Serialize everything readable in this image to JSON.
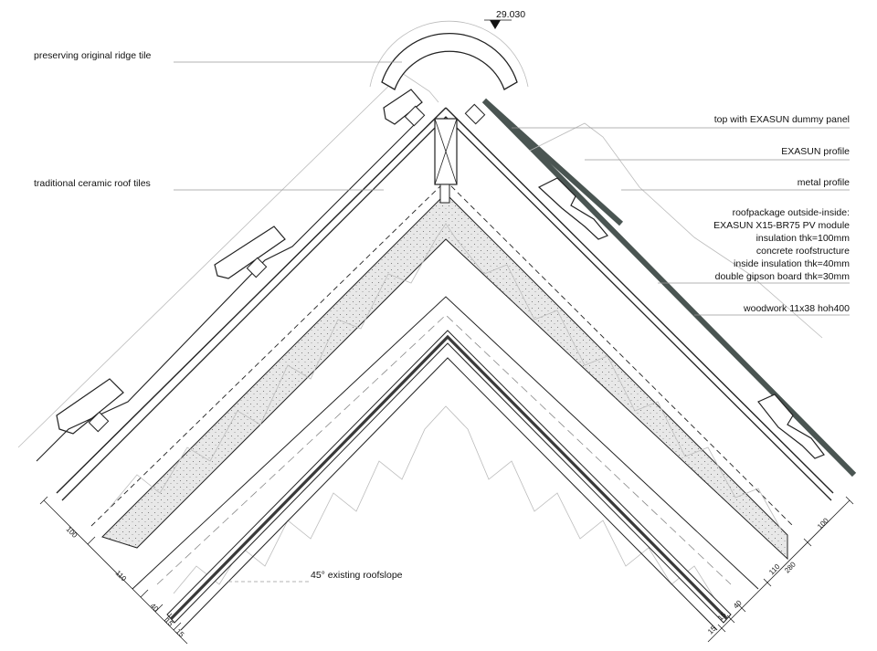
{
  "elevation": "29.030",
  "annotations": {
    "ridge_tile": "preserving original ridge tile",
    "ceramic_tiles": "traditional ceramic roof tiles",
    "dummy_panel": "top with EXASUN dummy panel",
    "exasun_profile": "EXASUN profile",
    "metal_profile": "metal profile",
    "roofpackage": [
      "roofpackage outside-inside:",
      "EXASUN X15-BR75 PV module",
      "insulation thk=100mm",
      "concrete roofstructure",
      "inside insulation thk=40mm",
      "double gipson board thk=30mm"
    ],
    "woodwork": "woodwork 11x38 hoh400",
    "existing_slope": "45° existing roofslope"
  },
  "dimensions": {
    "left": [
      "100",
      "110",
      "40",
      "15",
      "15"
    ],
    "right": [
      "100",
      "110",
      "280",
      "40",
      "15",
      "15"
    ]
  },
  "colors": {
    "line": "#1a1a1a",
    "leader": "#9a9a9a",
    "concrete": "#e8e8e8",
    "pv_panel": "#4a5552",
    "board": "#3a3a3a"
  }
}
